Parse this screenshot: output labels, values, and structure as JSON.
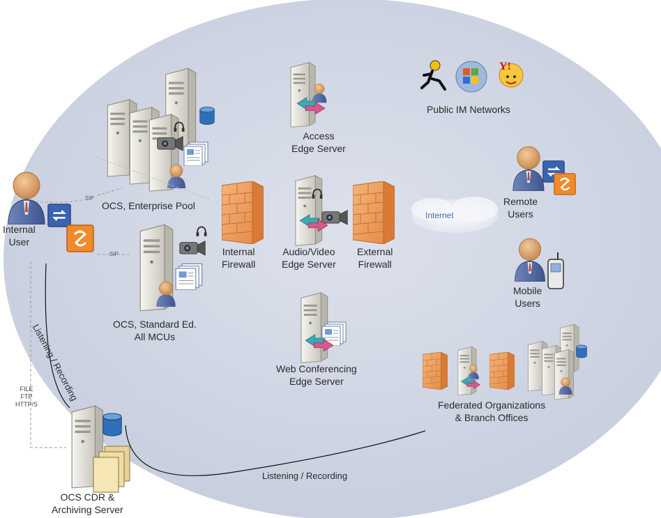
{
  "nodes": {
    "public_im": "Public IM Networks",
    "access_edge": "Access\nEdge Server",
    "remote_users": "Remote\nUsers",
    "internet": "Internet",
    "internal_user": "Internal\nUser",
    "enterprise_pool": "OCS, Enterprise Pool",
    "internal_firewall": "Internal\nFirewall",
    "av_edge": "Audio/Video\nEdge Server",
    "external_firewall": "External\nFirewall",
    "mobile_users": "Mobile\nUsers",
    "standard_ed": "OCS, Standard Ed.\nAll MCUs",
    "web_conf": "Web Conferencing\nEdge Server",
    "federated": "Federated Organizations\n& Branch Offices",
    "archiving": "OCS CDR &\nArchiving Server"
  },
  "edges": {
    "sip_1": "SIP",
    "sip_2": "SIP",
    "listening_diag": "Listening / Recording",
    "listening_bottom": "Listening / Recording",
    "file_ftp": "FILE\nFTP\nHTTP/S"
  },
  "colors": {
    "ellipse": "#cdd3e2",
    "firewall": "#f0a565",
    "server": "#e7e5df"
  }
}
